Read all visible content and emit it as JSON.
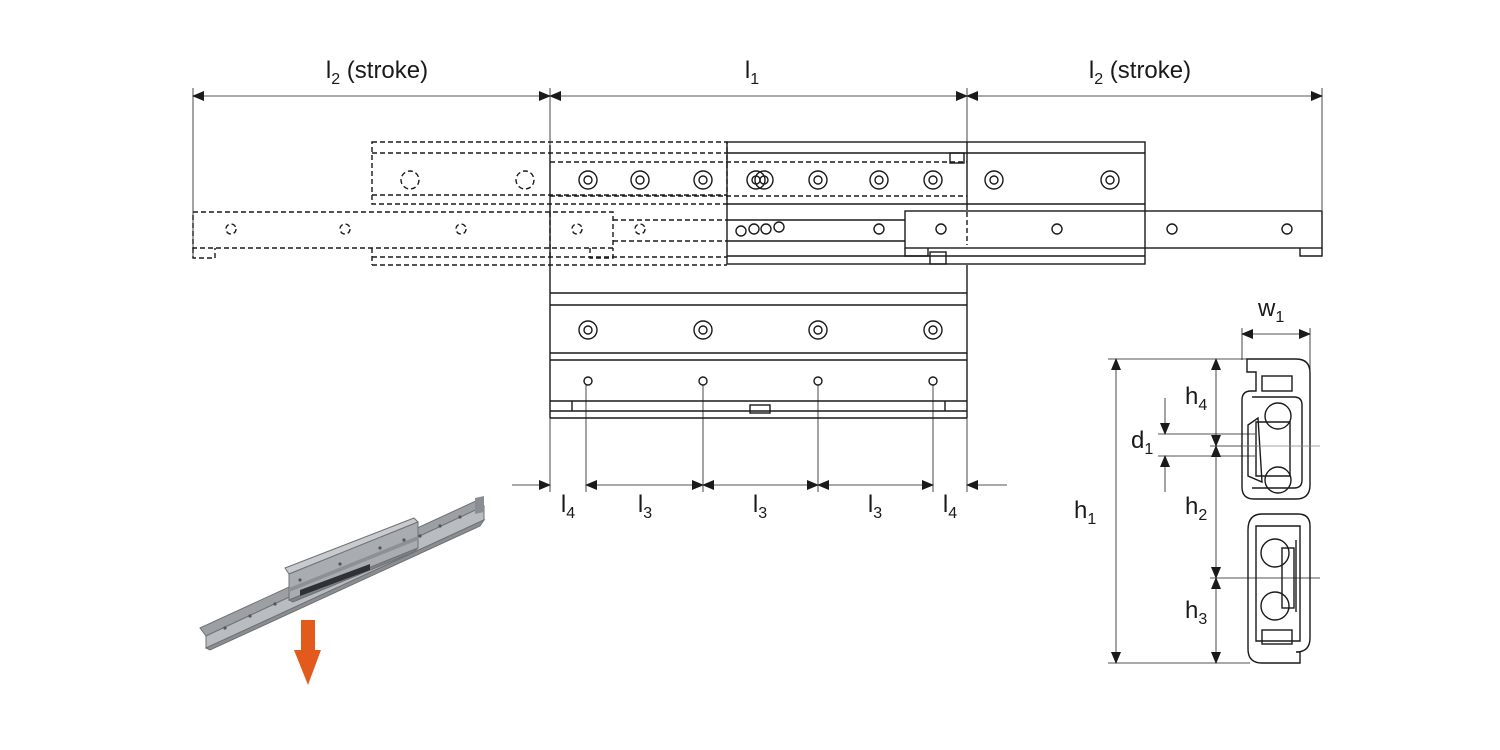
{
  "diagram": {
    "labels": {
      "stroke_left": {
        "sym": "l",
        "sub": "2",
        "suffix": " (stroke)"
      },
      "length": {
        "sym": "l",
        "sub": "1",
        "suffix": ""
      },
      "stroke_right": {
        "sym": "l",
        "sub": "2",
        "suffix": " (stroke)"
      },
      "l4_left": {
        "sym": "l",
        "sub": "4"
      },
      "l3_a": {
        "sym": "l",
        "sub": "3"
      },
      "l3_b": {
        "sym": "l",
        "sub": "3"
      },
      "l3_c": {
        "sym": "l",
        "sub": "3"
      },
      "l4_right": {
        "sym": "l",
        "sub": "4"
      },
      "w1": {
        "sym": "w",
        "sub": "1"
      },
      "h1": {
        "sym": "h",
        "sub": "1"
      },
      "h2": {
        "sym": "h",
        "sub": "2"
      },
      "h3": {
        "sym": "h",
        "sub": "3"
      },
      "h4": {
        "sym": "h",
        "sub": "4"
      },
      "d1": {
        "sym": "d",
        "sub": "1"
      }
    },
    "colors": {
      "line": "#1a1a1a",
      "arrow_accent": "#e25a1c",
      "rail_metal": "#a9adb1"
    }
  }
}
